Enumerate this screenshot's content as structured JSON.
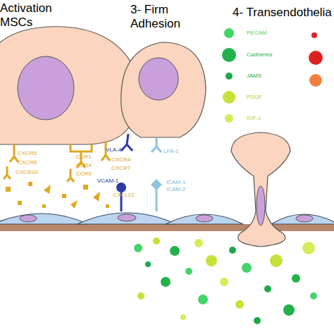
{
  "diagram": {
    "labels": [
      "Activation",
      "MSCs",
      "3- Firm Adhesion",
      "4- Transendothelia",
      "CXCR5",
      "CXCR6",
      "CXCR10",
      "CCR1",
      "CCR4",
      "CCR9",
      "CXCR4",
      "CXCR7",
      "CXCL12",
      "VLA-4",
      "LFA-1",
      "VCAM-1",
      "ICAM-1",
      "ICAM-2"
    ],
    "legend": [
      {
        "text": "PECAM",
        "color": "#44d46a"
      },
      {
        "text": "Cadherins",
        "color": "#22b24c"
      },
      {
        "text": "JAMS",
        "color": "#1fa84a"
      },
      {
        "text": "PDGF",
        "color": "#c8e03a"
      },
      {
        "text": "IGF-1",
        "color": "#d6ec5a"
      }
    ]
  }
}
